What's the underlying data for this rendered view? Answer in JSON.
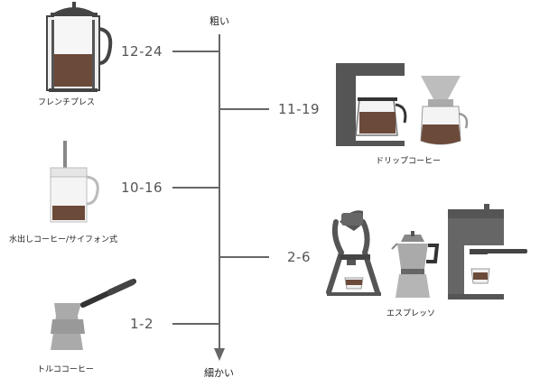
{
  "axis": {
    "top_label": "粗い",
    "bottom_label": "細かい"
  },
  "methods": [
    {
      "id": "french-press",
      "name": "フレンチプレス",
      "range": "12-24"
    },
    {
      "id": "drip",
      "name": "ドリップコーヒー",
      "range": "11-19"
    },
    {
      "id": "cold-brew-siphon",
      "name": "水出しコーヒー/サイフォン式",
      "range": "10-16"
    },
    {
      "id": "espresso",
      "name": "エスプレッソ",
      "range": "2-6"
    },
    {
      "id": "turkish",
      "name": "トルココーヒー",
      "range": "1-2"
    }
  ],
  "colors": {
    "axis": "#666666",
    "coffee": "#6b4a3a",
    "metal": "#555555",
    "glass": "#e8e8e8"
  }
}
